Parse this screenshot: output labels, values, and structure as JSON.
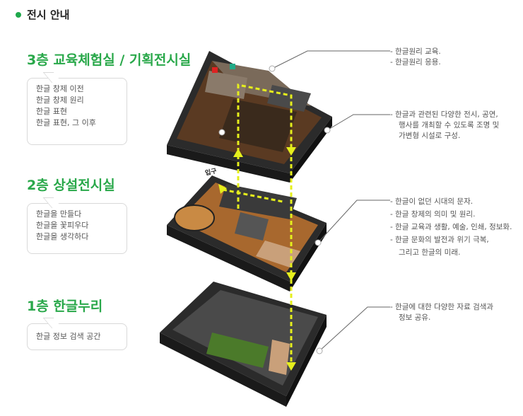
{
  "header": {
    "title": "전시 안내"
  },
  "floors": [
    {
      "title": "3층 교육체험실 / 기획전시실",
      "items": [
        "한글 창제 이전",
        "한글 창제 원리",
        "한글 표현",
        "한글 표현, 그 이후"
      ]
    },
    {
      "title": "2층 상설전시실",
      "items": [
        "한글을 만들다",
        "한글을 꽃피우다",
        "한글을 생각하다"
      ]
    },
    {
      "title": "1층 한글누리",
      "items": [
        "한글 정보 검색 공간"
      ]
    }
  ],
  "entrance_label": "입구",
  "descriptions": {
    "f3a": [
      "- 한글원리 교육.",
      "- 한글원리 응용."
    ],
    "f3b": [
      "- 한글과 관련된 다양한 전시, 공연,",
      "행사를 개최할 수 있도록 조명 및",
      "가변형 시설로 구성."
    ],
    "f2": [
      "- 한글이 없던 시대의 문자.",
      "- 한글 창제의 의미 및 원리.",
      "- 한글 교육과 생활, 예술, 인쇄, 정보화.",
      "- 한글 문화의 발전과 위기 극복,",
      "그리고 한글의 미래."
    ],
    "f1": [
      "- 한글에 대한 다양한 자료 검색과",
      "정보 공유."
    ]
  },
  "colors": {
    "accent": "#29a84a",
    "arrow": "#e5ef1c",
    "floor_wood": "#b77a3c",
    "wall_dark": "#2b2b2b"
  }
}
